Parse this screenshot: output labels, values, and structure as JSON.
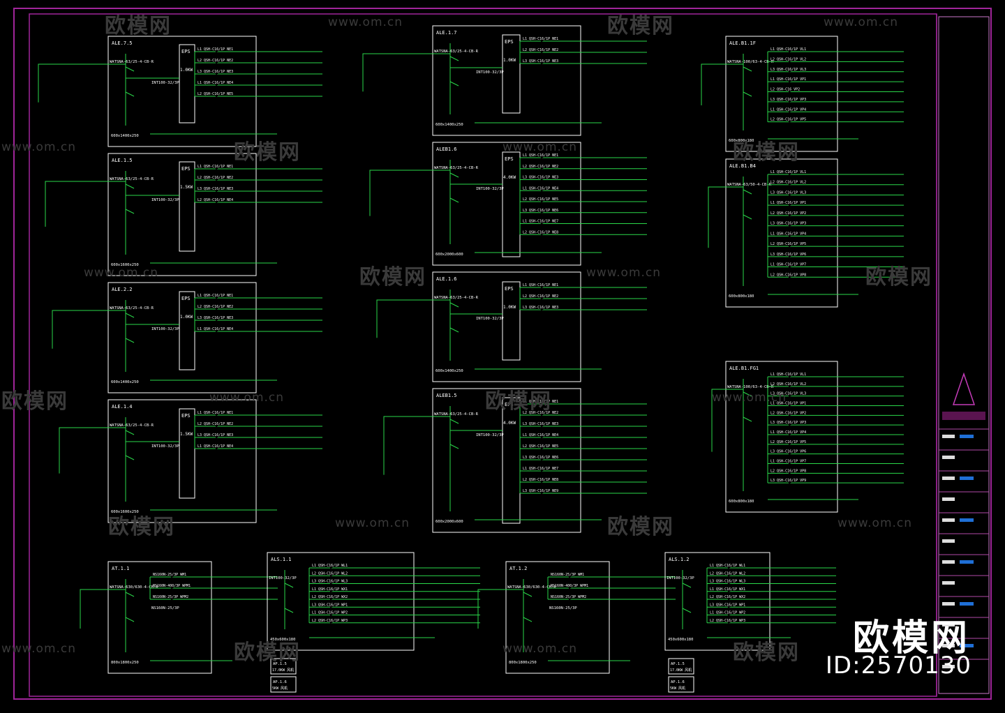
{
  "colors": {
    "frame": "#a0259a",
    "box": "#ffffff",
    "wire": "#2ad84a",
    "text": "#ffffff",
    "accent": "#1f6fd6"
  },
  "watermark": {
    "brand": "欧模网",
    "url": "www.om.cn"
  },
  "corner": {
    "brand": "欧模网",
    "id": "ID:2570130"
  },
  "panels": [
    {
      "label": "ALE.7.5",
      "eps": "EPS",
      "kw": "1.0KW",
      "main": "WATSNA-63/25-4-CB-R",
      "sub": "INT100-32/3P",
      "size": "600x1400x250",
      "rows": [
        "L1 QSH-C16/1P  NE1",
        "L2 QSH-C16/1P  NE2",
        "L3 QSH-C16/1P  NE3",
        "L1 QSH-C16/1P  NE4",
        "L2 QSH-C16/1P  NE5"
      ]
    },
    {
      "label": "ALE.1.5",
      "eps": "EPS",
      "kw": "1.5KW",
      "main": "WATSNA-63/25-4-CB-R",
      "sub": "INT100-32/3P",
      "size": "600x1600x250",
      "rows": [
        "L1 QSH-C16/1P  NE1",
        "L2 QSH-C16/1P  NE2",
        "L3 QSH-C16/1P  NE3",
        "L2 QSH-C16/1P  NE4"
      ]
    },
    {
      "label": "ALE.2.2",
      "eps": "EPS",
      "kw": "1.0KW",
      "main": "WATSNA-63/25-4-CB-R",
      "sub": "INT100-32/3P",
      "size": "600x1400x250",
      "rows": [
        "L1 QSH-C16/1P  NE1",
        "L2 QSH-C16/1P  NE2",
        "L3 QSH-C16/1P  NE3",
        "L1 QSH-C16/1P  NE4"
      ]
    },
    {
      "label": "ALE.1.4",
      "eps": "EPS",
      "kw": "1.5KW",
      "main": "WATSNA-63/25-4-CB-R",
      "sub": "INT100-32/3P",
      "size": "600x1600x250",
      "rows": [
        "L1 QSH-C16/1P  NE1",
        "L2 QSH-C16/1P  NE2",
        "L3 QSH-C16/1P  NE3",
        "L1 QSH-C16/1P  NE4"
      ]
    },
    {
      "label": "ALE.1.7",
      "eps": "EPS",
      "kw": "1.0KW",
      "main": "WATSNA-63/25-4-CB-R",
      "sub": "INT100-32/3P",
      "size": "600x1400x250",
      "rows": [
        "L1 QSH-C16/1P  NE1",
        "L2 QSH-C16/1P  NE2",
        "L3 QSH-C16/1P  NE3"
      ]
    },
    {
      "label": "ALEB1.6",
      "eps": "EPS",
      "kw": "4.0KW",
      "main": "WATSNA-63/25-4-CB-R",
      "sub": "INT100-32/3P",
      "size": "600x2000x600",
      "rows": [
        "L1 QSH-C16/1P  NE1",
        "L2 QSH-C16/1P  NE2",
        "L3 QSH-C16/1P  NE3",
        "L1 QSH-C16/1P  NE4",
        "L2 QSH-C16/1P  NE5",
        "L3 QSH-C16/1P  NE6",
        "L1 QSH-C16/1P  NE7",
        "L2 QSH-C16/1P  NE8"
      ]
    },
    {
      "label": "ALE.1.6",
      "eps": "EPS",
      "kw": "1.0KW",
      "main": "WATSNA-63/25-4-CB-R",
      "sub": "INT100-32/3P",
      "size": "600x1400x250",
      "rows": [
        "L1 QSH-C16/1P  NE1",
        "L2 QSH-C16/1P  NE2",
        "L3 QSH-C16/1P  NE3"
      ]
    },
    {
      "label": "ALEB1.5",
      "eps": "EPS",
      "kw": "4.0KW",
      "main": "WATSNA-63/25-4-CB-R",
      "sub": "INT100-32/3P",
      "size": "600x2000x600",
      "rows": [
        "L1 QSH-C16/1P  NE1",
        "L2 QSH-C16/1P  NE2",
        "L3 QSH-C16/1P  NE3",
        "L1 QSH-C16/1P  NE4",
        "L2 QSH-C16/1P  NE5",
        "L3 QSH-C16/1P  NE6",
        "L1 QSH-C16/1P  NE7",
        "L2 QSH-C16/1P  NE8",
        "L3 QSH-C16/1P  NE9"
      ]
    },
    {
      "label": "ALE.B1.1F",
      "eps": "",
      "kw": "",
      "main": "WATSNA-100/63-4-CB-R",
      "sub": "",
      "size": "600x800x180",
      "rows": [
        "L1 QSH-C16/1P  VL1",
        "L2 QSH-C16/1P  VL2",
        "L3 QSH-C16/1P  VL3",
        "L1 QSH-C16/1P  VP1",
        "L2 QSH-C16  VP2",
        "L3 QSH-C16/1P  VP3",
        "L1 QSH-C16/1P  VP4",
        "L2 QSH-C16/1P  VP5"
      ]
    },
    {
      "label": "ALE.B1.B4",
      "eps": "",
      "kw": "",
      "main": "WATSNA-63/50-4-CB-R",
      "sub": "",
      "size": "600x800x180",
      "rows": [
        "L1 QSH-C16/1P  VL1",
        "L2 QSH-C16/1P  VL2",
        "L3 QSH-C16/1P  VL3",
        "L1 QSH-C16/1P  VP1",
        "L2 QSH-C16/1P  VP2",
        "L3 QSH-C16/1P  VP3",
        "L1 QSH-C16/1P  VP4",
        "L2 QSH-C16/1P  VP5",
        "L3 QSH-C16/1P  VP6",
        "L1 QSH-C16/1P  VP7",
        "L2 QSH-C16/1P  VP8"
      ]
    },
    {
      "label": "ALE.B1.FG1",
      "eps": "",
      "kw": "",
      "main": "WATSNA-100/63-4-CB-R",
      "sub": "",
      "size": "600x800x180",
      "rows": [
        "L1 QSH-C16/1P  VL1",
        "L2 QSH-C16/1P  VL2",
        "L3 QSH-C16/1P  VL3",
        "L1 QSH-C16/1P  VP1",
        "L2 QSH-C16/1P  VP2",
        "L3 QSH-C16/1P  VP3",
        "L1 QSH-C16/1P  VP4",
        "L2 QSH-C16/1P  VP5",
        "L3 QSH-C16/1P  VP6",
        "L1 QSH-C16/1P  VP7",
        "L2 QSH-C16/1P  VP8",
        "L3 QSH-C16/1P  VP9"
      ]
    },
    {
      "label": "AT.1.1",
      "eps": "",
      "kw": "",
      "main": "WATSNA-630/630-4-CB-R",
      "sub": "NS160N-25/3P",
      "size": "800x1800x250",
      "rows": [
        "NS160N-25/3P  WM1",
        "NS160N-400/3P  WPM1",
        "NS160N-25/3P  WPM2"
      ]
    },
    {
      "label": "ALS.1.1",
      "eps": "",
      "kw": "",
      "main": "INT100-32/3P",
      "sub": "",
      "size": "450x600x180",
      "rows": [
        "L1 QSH-C16/1P  WL1",
        "L2 QSH-C16/1P  WL2",
        "L3 QSH-C16/1P  WL3",
        "L1 QSH-C16/1P  WX1",
        "L2 QSH-C16/1P  WX2",
        "L3 QSH-C16/1P  WP1",
        "L1 QSH-C16/1P  WP2",
        "L2 QSH-C16/1P  WP3"
      ]
    },
    {
      "label": "AT.1.2",
      "eps": "",
      "kw": "",
      "main": "WATSNA-630/630-4-CB-R",
      "sub": "NS160N-25/3P",
      "size": "800x1800x250",
      "rows": [
        "NS160N-25/3P  WM1",
        "NS160N-400/3P  WPM1",
        "NS160N-25/3P  WPM2"
      ]
    },
    {
      "label": "ALS.1.2",
      "eps": "",
      "kw": "",
      "main": "INT100-32/3P",
      "sub": "",
      "size": "450x600x180",
      "rows": [
        "L1 QSH-C16/1P  WL1",
        "L2 QSH-C16/1P  WL2",
        "L3 QSH-C16/1P  WL3",
        "L1 QSH-C16/1P  WX1",
        "L2 QSH-C16/1P  WX2",
        "L3 QSH-C16/1P  WP1",
        "L1 QSH-C16/1P  WP2",
        "L2 QSH-C16/1P  WP3"
      ]
    }
  ],
  "small_boxes": [
    {
      "label": "AP.1.5",
      "sub": "17.0KW 风机"
    },
    {
      "label": "AP.1.6",
      "sub": "5KW 风机"
    },
    {
      "label": "AP.1.5",
      "sub": "17.0KW 风机"
    },
    {
      "label": "AP.1.6",
      "sub": "5KW 风机"
    }
  ]
}
